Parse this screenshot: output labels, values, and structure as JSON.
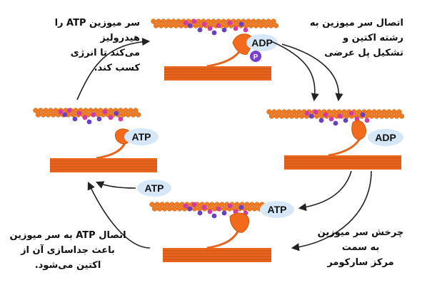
{
  "captions": {
    "hydrolysis": "سر میوزین ATP را هیدرولیز\nمی‌کند تا انرژی\nکسب کند.",
    "binding": "اتصال سر میوزین به\nرشته اکتین و\nتشکیل پل عرضی",
    "power_stroke": "چرخش سر میوزین\nبه سمت\nمرکز سارکومر",
    "release": "اتصال ATP به سر میوزین\nباعث جداسازی آن از\nاکتین می‌شود."
  },
  "labels": {
    "adp_top": "ADP",
    "phosphate": "P",
    "adp_right": "ADP",
    "atp_left": "ATP",
    "atp_bottom": "ATP",
    "atp_free": "ATP"
  },
  "colors": {
    "actin": "#f07a20",
    "actin_outline": "#c95a10",
    "myosin_filament": "#e8641c",
    "filament_line": "#b84a10",
    "myosin_head": "#f26a1b",
    "troponin_magenta": "#d23aa8",
    "tropomyosin_purple": "#6a3fc8",
    "nucleotide_bubble": "#d6e8f7",
    "phosphate_purple": "#7a3fd0",
    "arrow": "#222222"
  }
}
